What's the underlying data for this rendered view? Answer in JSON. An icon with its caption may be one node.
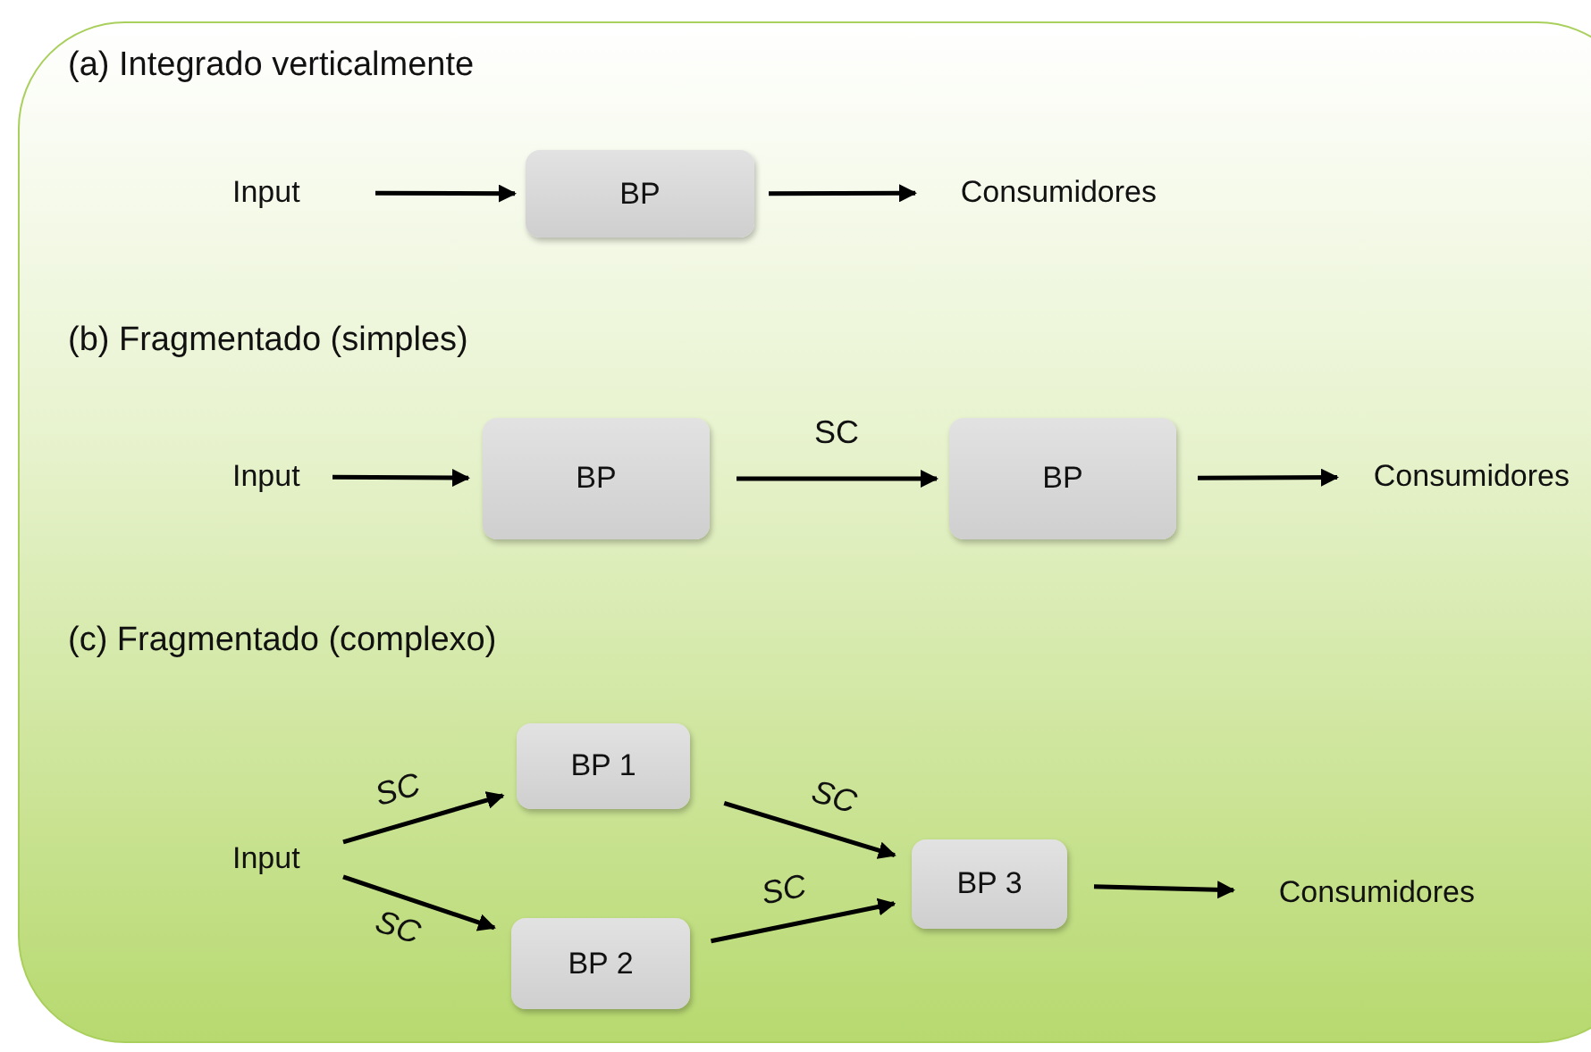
{
  "diagram": {
    "nodes": [
      {
        "text": [
          "Input"
        ]
      },
      {
        "text": [
          "BP"
        ]
      },
      {
        "text": [
          "Consumidores"
        ]
      },
      {
        "text": [
          "Input"
        ]
      },
      {
        "text": [
          "BP"
        ]
      },
      {
        "text": [
          "BP"
        ]
      },
      {
        "text": [
          "Consumidores"
        ]
      },
      {
        "text": [
          "Input"
        ]
      },
      {
        "text": [
          "BP 1"
        ]
      },
      {
        "text": [
          "BP 2"
        ]
      },
      {
        "text": [
          "BP 3"
        ]
      },
      {
        "text": [
          "Consumidores"
        ]
      }
    ],
    "edges": [
      {
        "from": 0,
        "to": 1,
        "arrow": "to"
      },
      {
        "from": 1,
        "to": 2,
        "arrow": "to"
      },
      {
        "from": 3,
        "to": 4,
        "arrow": "to"
      },
      {
        "from": 4,
        "to": 5,
        "arrow": "to",
        "label": "SC"
      },
      {
        "from": 5,
        "to": 6,
        "arrow": "to"
      },
      {
        "from": 7,
        "to": 8,
        "arrow": "to",
        "label": "SC"
      },
      {
        "from": 7,
        "to": 9,
        "arrow": "to",
        "label": "SC"
      },
      {
        "from": 8,
        "to": 10,
        "arrow": "to",
        "label": "SC"
      },
      {
        "from": 9,
        "to": 10,
        "arrow": "to",
        "label": "SC"
      },
      {
        "from": 10,
        "to": 11,
        "arrow": "to"
      }
    ],
    "labels": [
      "(a) Integrado verticalmente",
      "(b) Fragmentado (simples)",
      "(c) Fragmentado (complexo)"
    ]
  }
}
